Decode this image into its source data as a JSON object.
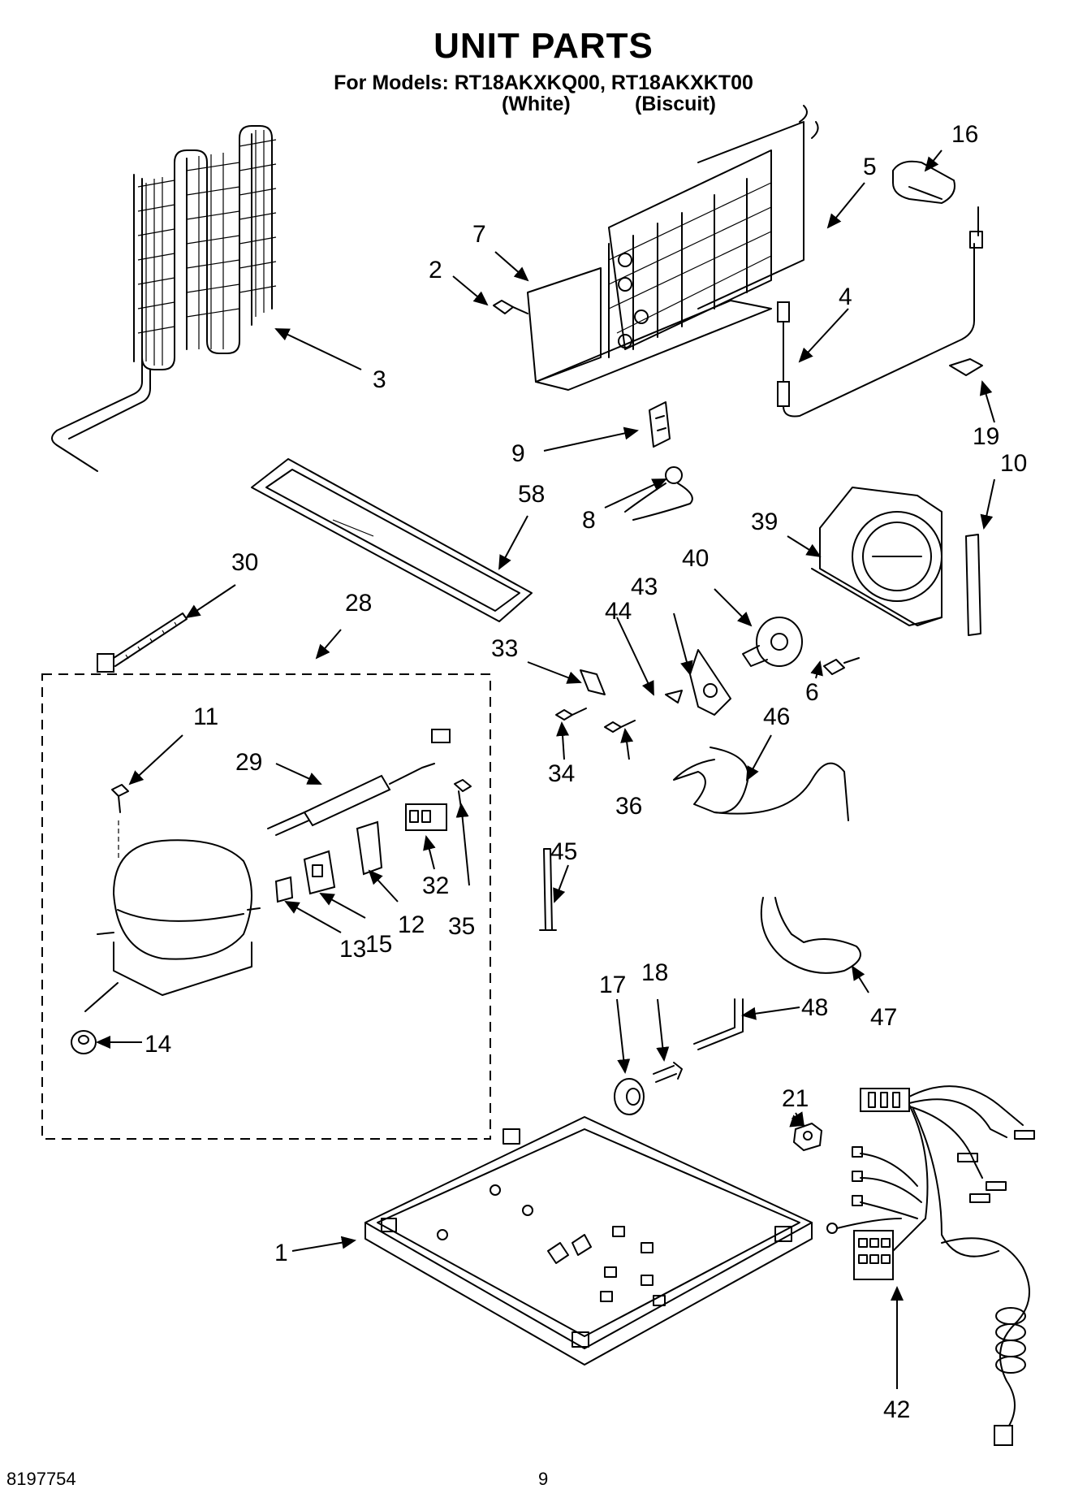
{
  "header": {
    "title": "UNIT PARTS",
    "models": "For Models: RT18AKXKQ00, RT18AKXKT00",
    "variant_white": "(White)",
    "variant_biscuit": "(Biscuit)"
  },
  "callouts": {
    "c1": "1",
    "c2": "2",
    "c3": "3",
    "c4": "4",
    "c5": "5",
    "c6": "6",
    "c7": "7",
    "c8": "8",
    "c9": "9",
    "c10": "10",
    "c11": "11",
    "c12": "12",
    "c13": "13",
    "c14": "14",
    "c15": "15",
    "c16": "16",
    "c17": "17",
    "c18": "18",
    "c19": "19",
    "c21": "21",
    "c28": "28",
    "c29": "29",
    "c30": "30",
    "c32": "32",
    "c33": "33",
    "c34": "34",
    "c35": "35",
    "c36": "36",
    "c39": "39",
    "c40": "40",
    "c42": "42",
    "c43": "43",
    "c44": "44",
    "c45": "45",
    "c46": "46",
    "c47": "47",
    "c48": "48",
    "c58": "58"
  },
  "footer": {
    "doc_number": "8197754",
    "page_number": "9"
  }
}
